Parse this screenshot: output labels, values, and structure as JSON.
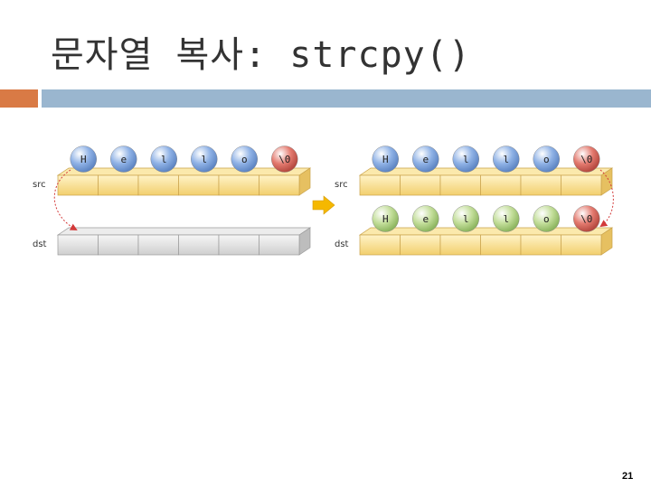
{
  "slide": {
    "title": "문자열 복사: strcpy()",
    "page_number": "21"
  },
  "colors": {
    "accent_orange": "#d97a45",
    "accent_blue": "#9ab6cf",
    "ball_blue": "#8fb2e6",
    "ball_red": "#e47b70",
    "ball_green": "#c3de9a",
    "src_box": "#f7dc8c",
    "dst_box_empty": "#e2e2e2",
    "arrow_yellow": "#f5b800",
    "copy_curve": "#d33a3a"
  },
  "diagram": {
    "before": {
      "src_label": "src",
      "dst_label": "dst",
      "src_chars": [
        "H",
        "e",
        "l",
        "l",
        "o",
        "\\0"
      ],
      "dst_chars": []
    },
    "after": {
      "src_label": "src",
      "dst_label": "dst",
      "src_chars": [
        "H",
        "e",
        "l",
        "l",
        "o",
        "\\0"
      ],
      "dst_chars": [
        "H",
        "e",
        "l",
        "l",
        "o",
        "\\0"
      ]
    }
  }
}
